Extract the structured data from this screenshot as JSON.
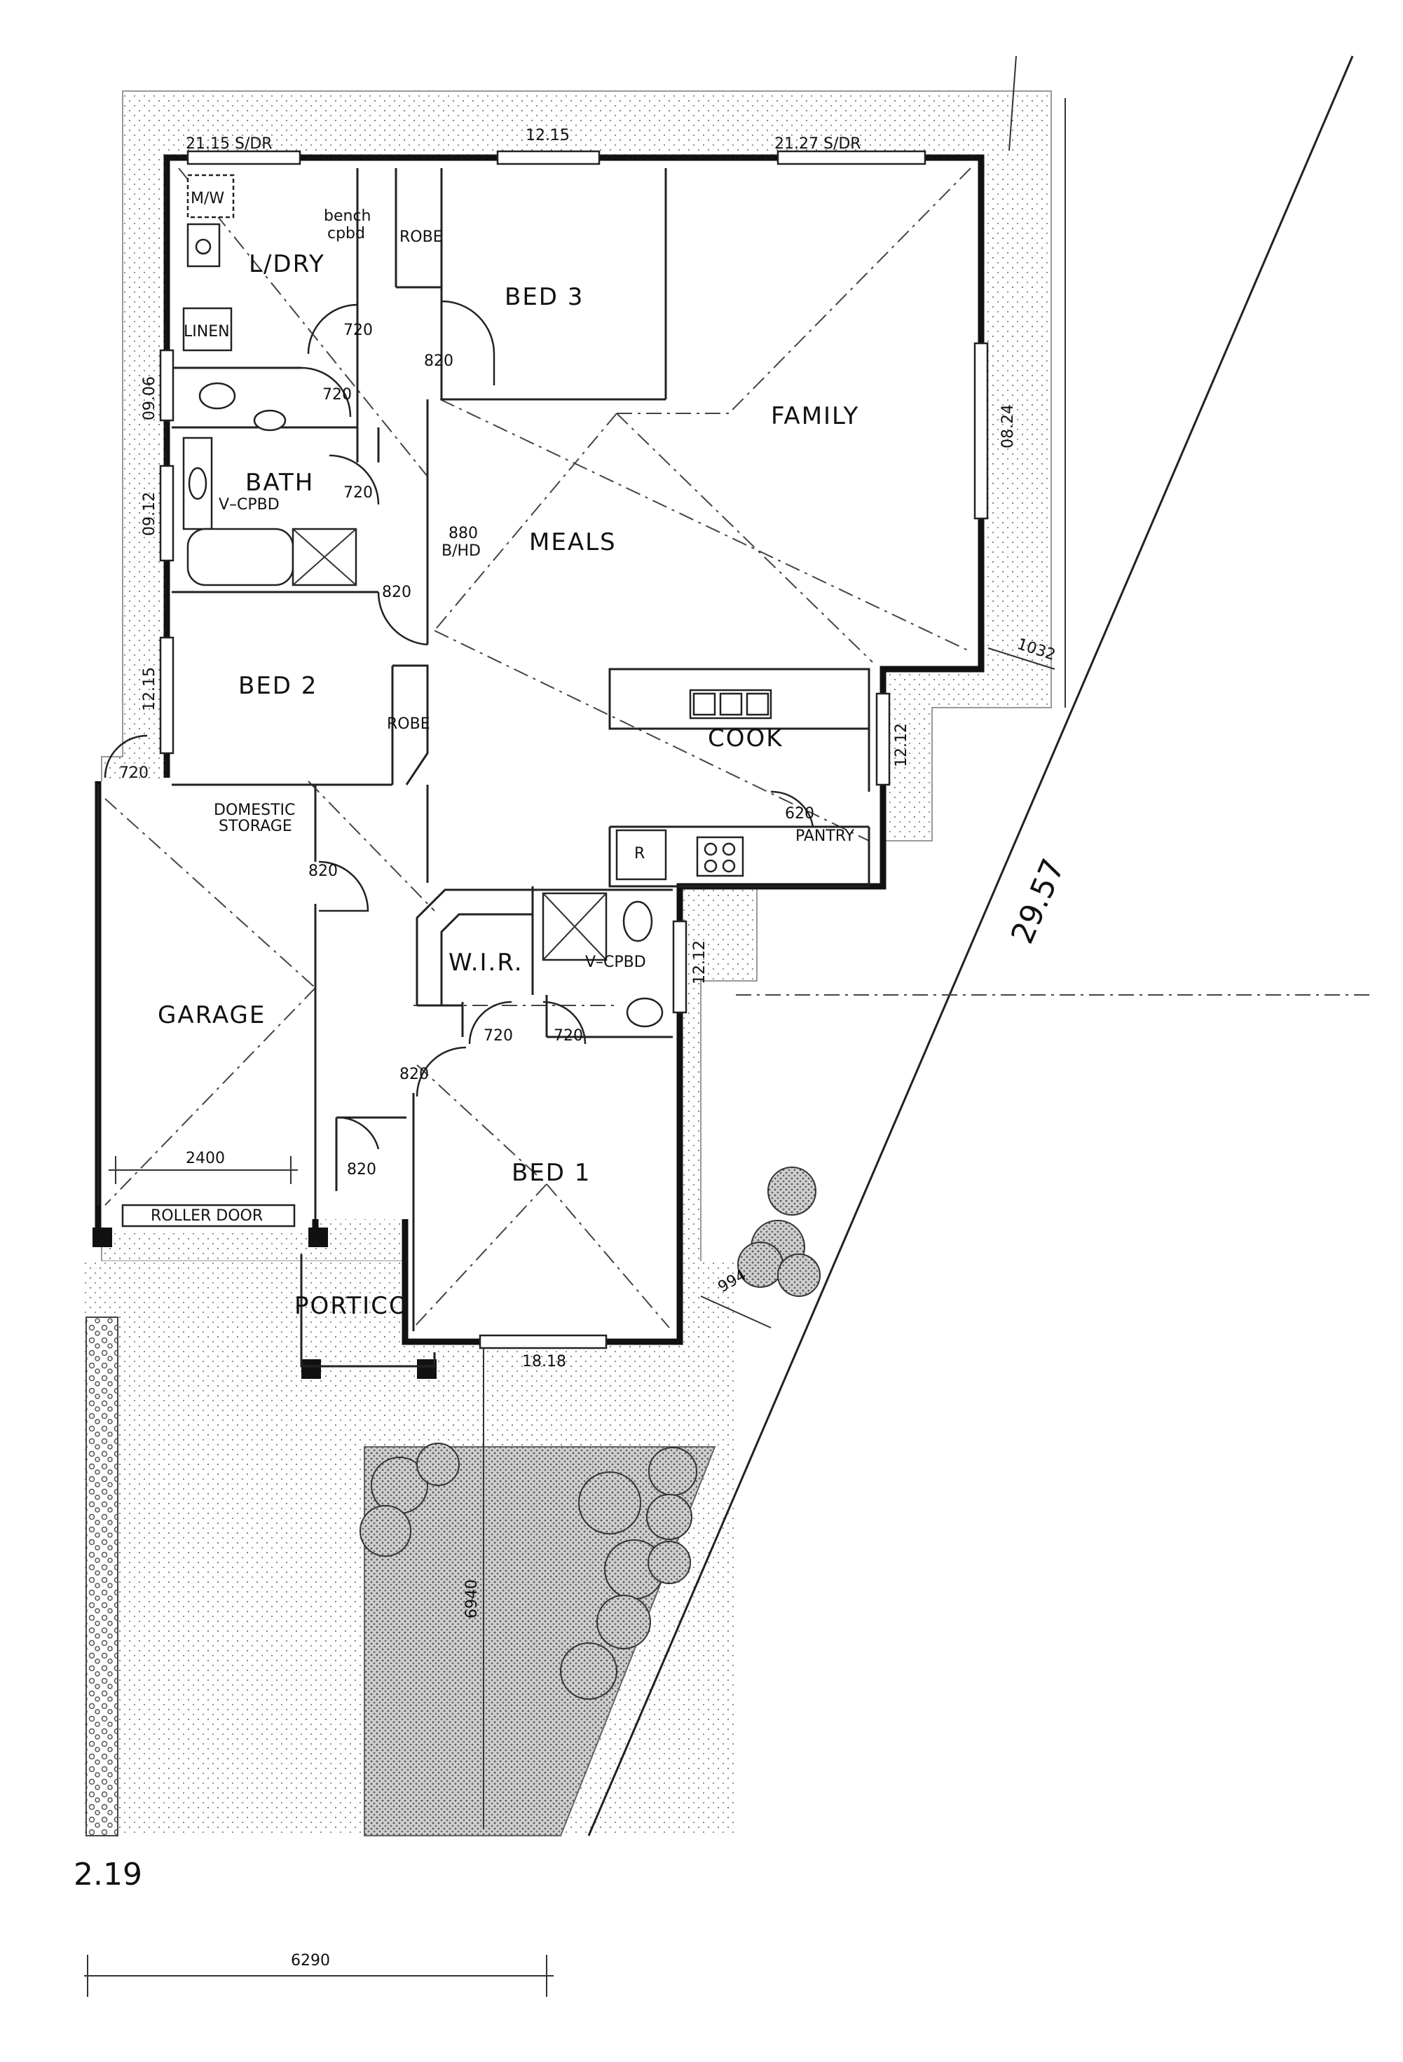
{
  "rooms": {
    "laundry": "L/DRY",
    "bed3": "BED 3",
    "family": "FAMILY",
    "bath": "BATH",
    "meals": "MEALS",
    "bed2": "BED 2",
    "cook": "COOK",
    "garage": "GARAGE",
    "wir": "W.I.R.",
    "bed1": "BED 1",
    "portico": "PORTICO"
  },
  "fixtures": {
    "mw": "M/W",
    "bench_line1": "bench",
    "bench_line2": "cpbd",
    "robe_top": "ROBE",
    "linen": "LINEN",
    "v_cpbd_bath": "V–CPBD",
    "robe_bed2": "ROBE",
    "domestic_line1": "DOMESTIC",
    "domestic_line2": "STORAGE",
    "pantry": "PANTRY",
    "fridge": "R",
    "v_cpbd_ens": "V–CPBD",
    "bhd_line1": "880",
    "bhd_line2": "B/HD",
    "roller_door": "ROLLER DOOR"
  },
  "doors": {
    "d_ldry": "720",
    "d_bed3": "820",
    "d_wc": "720",
    "d_bath": "720",
    "d_bed2": "820",
    "d_ext": "720",
    "d_pantry": "620",
    "d_garage": "820",
    "d_wir": "720",
    "d_ens": "720",
    "d_bed1": "820",
    "d_entry": "820"
  },
  "dimensions": {
    "top_left": "21.15 S/DR",
    "top_mid": "12.15",
    "top_right": "21.27 S/DR",
    "left_1": "09.06",
    "left_2": "09.12",
    "left_3": "12.15",
    "right_family": "08.24",
    "setback_right": "1032",
    "cook_win": "12.12",
    "ens_win": "12.12",
    "garage_width": "2400",
    "setback_bed1": "994",
    "bed1_win": "18.18",
    "yard_depth": "6940",
    "boundary": "29.57",
    "bottom_left": "2.19",
    "bottom_dim": "6290"
  }
}
